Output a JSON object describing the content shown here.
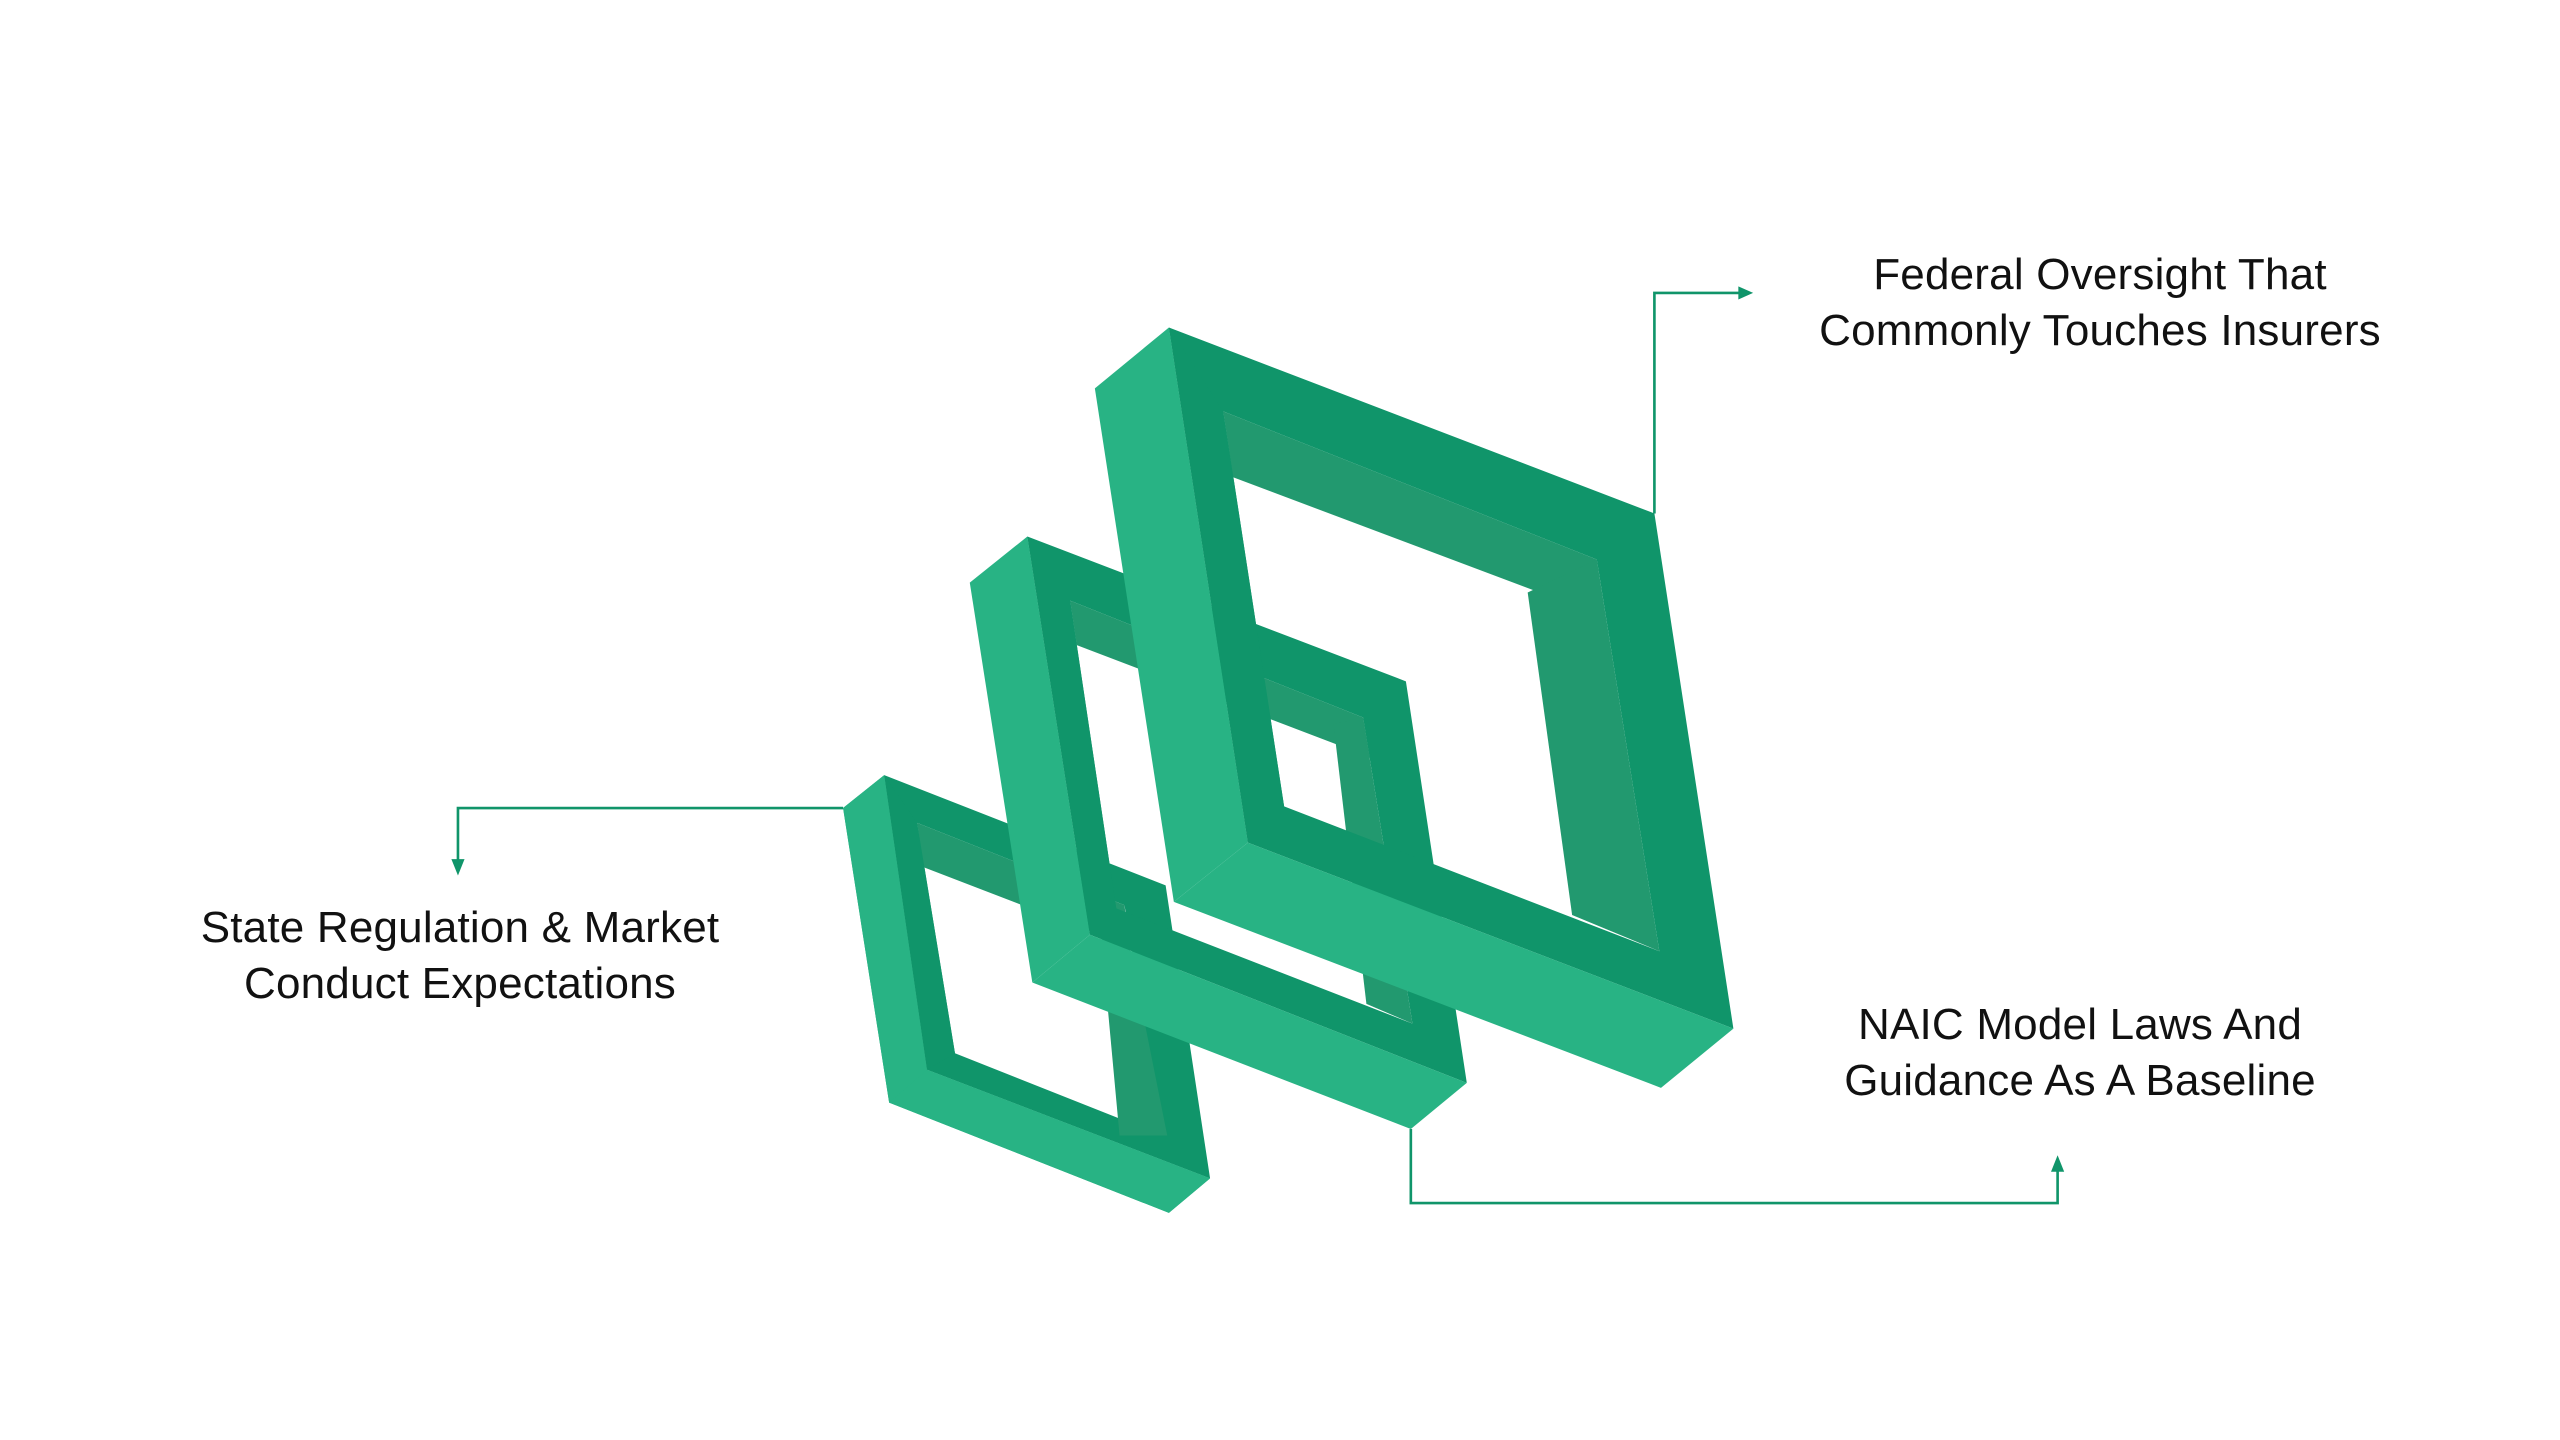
{
  "colors": {
    "light_face": "#28B384",
    "dark_face": "#10956A",
    "inner_wall": "#22996F",
    "connector": "#10956A",
    "text": "#111111",
    "background": "#FFFFFF"
  },
  "labels": {
    "federal": {
      "line1": "Federal Oversight That",
      "line2": "Commonly Touches Insurers"
    },
    "state": {
      "line1": "State Regulation & Market",
      "line2": "Conduct Expectations"
    },
    "naic": {
      "line1": "NAIC Model Laws And",
      "line2": "Guidance As A Baseline"
    }
  },
  "shapes": [
    {
      "name": "large-frame",
      "layer": "front"
    },
    {
      "name": "medium-frame",
      "layer": "middle"
    },
    {
      "name": "small-frame",
      "layer": "back"
    }
  ]
}
